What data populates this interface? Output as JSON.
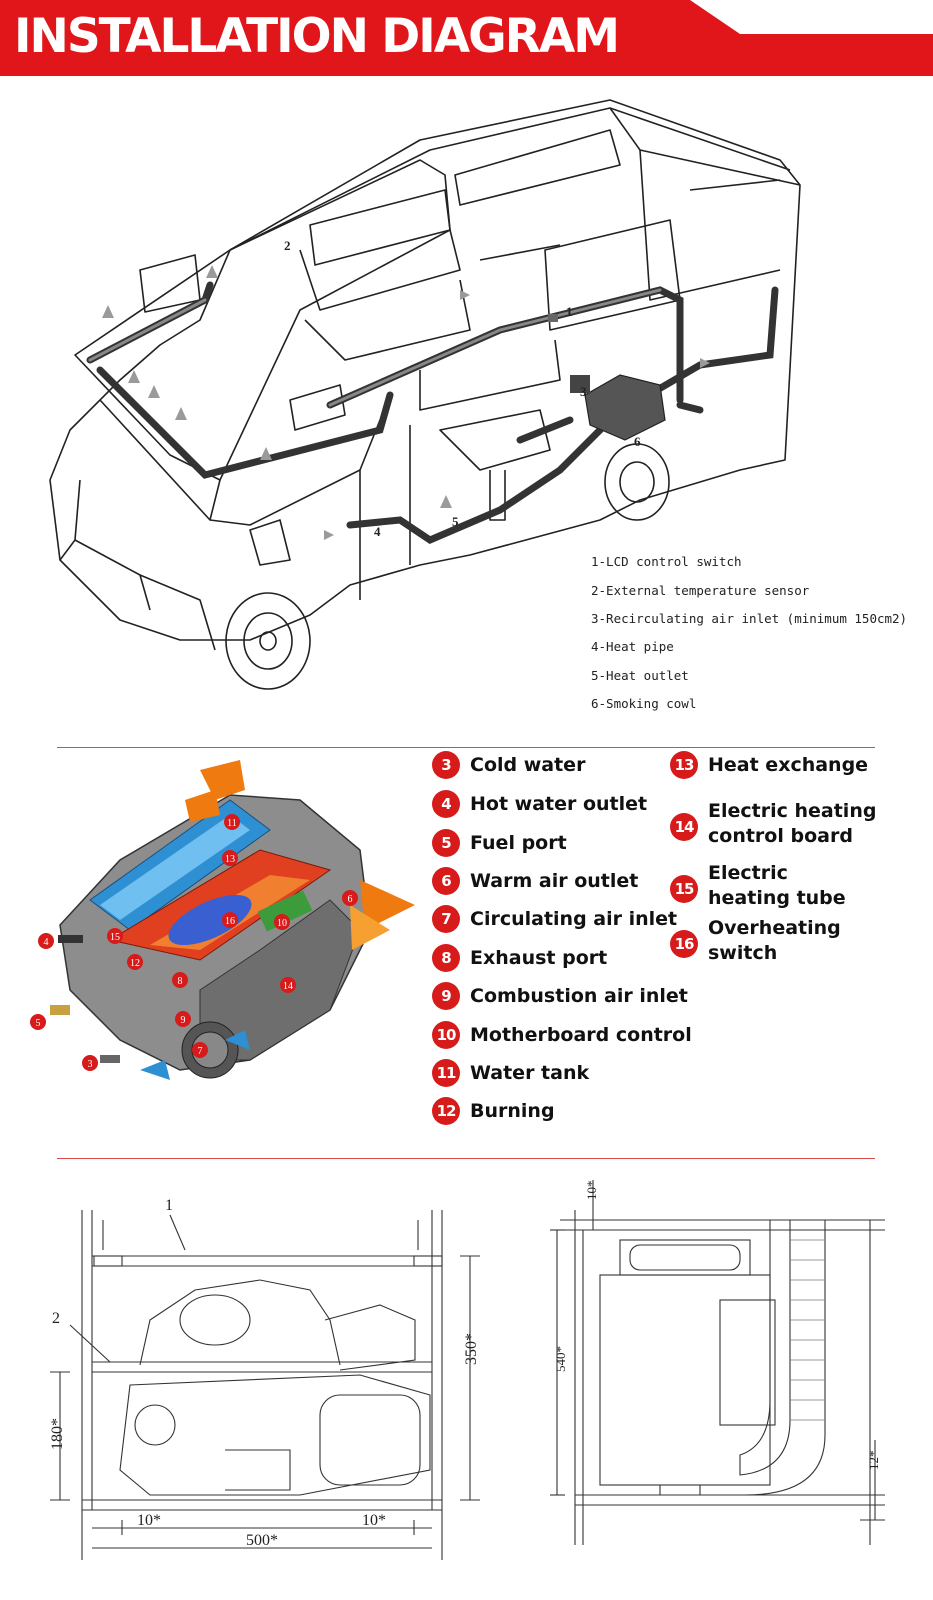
{
  "header": {
    "title": "INSTALLATION DIAGRAM",
    "accent_color": "#e0161b"
  },
  "camper_legend": [
    "1-LCD control switch",
    "2-External temperature sensor",
    "3-Recirculating air inlet (minimum 150cm2)",
    "4-Heat pipe",
    "5-Heat outlet",
    "6-Smoking cowl"
  ],
  "camper_callouts": [
    "1",
    "2",
    "3",
    "4",
    "5",
    "6"
  ],
  "parts_left": [
    {
      "num": "3",
      "label": "Cold water"
    },
    {
      "num": "4",
      "label": "Hot water outlet"
    },
    {
      "num": "5",
      "label": "Fuel port"
    },
    {
      "num": "6",
      "label": "Warm air outlet"
    },
    {
      "num": "7",
      "label": "Circulating air inlet"
    },
    {
      "num": "8",
      "label": "Exhaust port"
    },
    {
      "num": "9",
      "label": "Combustion air inlet"
    },
    {
      "num": "10",
      "label": "Motherboard control"
    },
    {
      "num": "11",
      "label": "Water tank"
    },
    {
      "num": "12",
      "label": "Burning"
    }
  ],
  "parts_right": [
    {
      "num": "13",
      "label": "Heat exchange"
    },
    {
      "num": "14",
      "label": "Electric heating control board"
    },
    {
      "num": "15",
      "label": "Electric heating tube"
    },
    {
      "num": "16",
      "label": "Overheating switch"
    }
  ],
  "heater_callouts": [
    "11",
    "13",
    "6",
    "16",
    "10",
    "4",
    "15",
    "12",
    "8",
    "14",
    "5",
    "9",
    "7",
    "3"
  ],
  "dimensions_front": {
    "label_1": "1",
    "label_2": "2",
    "height_total": "350*",
    "height_lower": "180*",
    "gap_left": "10*",
    "gap_right": "10*",
    "width": "500*"
  },
  "dimensions_side": {
    "top_gap": "10*",
    "height": "540*",
    "bottom_gap": "12*"
  }
}
